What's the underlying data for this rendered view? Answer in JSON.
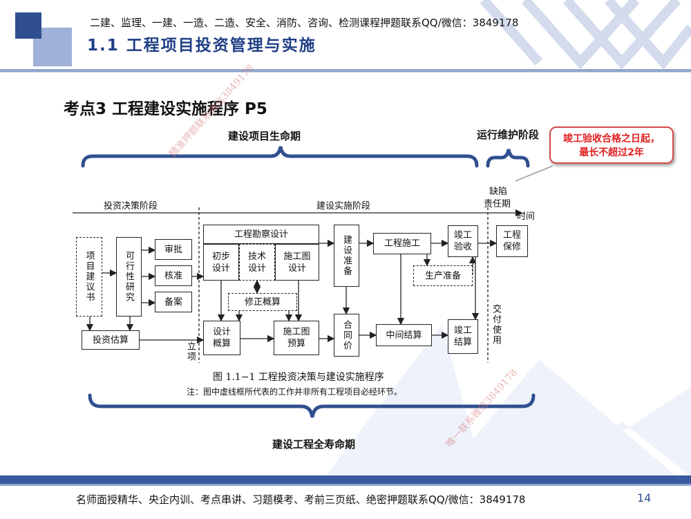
{
  "header": {
    "notice": "二建、监理、一建、一造、二造、安全、消防、咨询、检测课程押题联系QQ/微信：3849178",
    "title": "1.1  工程项目投资管理与实施"
  },
  "section_title": "考点3  工程建设实施程序 P5",
  "brackets": {
    "project_lifecycle": "建设项目生命期",
    "operation_stage": "运行维护阶段",
    "full_lifecycle": "建设工程全寿命期"
  },
  "callout": {
    "line1": "竣工验收合格之日起，",
    "line2": "最长不超过2年"
  },
  "figure": {
    "stage_invest": "投资决策阶段",
    "stage_construct": "建设实施阶段",
    "stage_defect_1": "缺陷",
    "stage_defect_2": "责任期",
    "time_label": "时间",
    "lixiang": "立项",
    "jiaofu": "交付使用",
    "nodes": {
      "proposal": "项目建议书",
      "feasibility": "可行性研究",
      "approve": "审批",
      "verify": "核准",
      "record": "备案",
      "estimate": "投资估算",
      "survey_design": "工程勘察设计",
      "prelim_design_1": "初步",
      "prelim_design_2": "设计",
      "tech_design_1": "技术",
      "tech_design_2": "设计",
      "construct_drawing_1": "施工图",
      "construct_drawing_2": "设计",
      "revised_budget": "修正概算",
      "design_budget_1": "设计",
      "design_budget_2": "概算",
      "drawing_budget_1": "施工图",
      "drawing_budget_2": "预算",
      "build_prep": "建设准备",
      "contract_price": "合同价",
      "construction": "工程施工",
      "production_prep": "生产准备",
      "interim_settle": "中间结算",
      "completion_accept_1": "竣工",
      "completion_accept_2": "验收",
      "completion_settle_1": "竣工",
      "completion_settle_2": "结算",
      "maintenance_1": "工程",
      "maintenance_2": "保修"
    },
    "caption": "图 1.1−1    工程投资决策与建设实施程序",
    "note": "注：图中虚线框所代表的工作并非所有工程项目必经环节。"
  },
  "watermarks": {
    "wm1": "精准押题联系微信3849178",
    "wm2": "唯一联系微信3849178"
  },
  "footer": {
    "text": "名师面授精华、央企内训、考点串讲、习题模考、考前三页纸、绝密押题联系QQ/微信：3849178",
    "page": "14"
  },
  "colors": {
    "title_blue": "#1f3f86",
    "bracket_blue": "#2f4f8f",
    "callout_red": "#e02020"
  }
}
